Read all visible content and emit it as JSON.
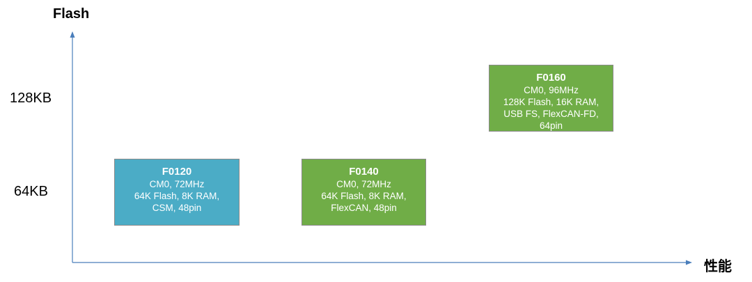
{
  "axes": {
    "y_title": "Flash",
    "x_title": "性能",
    "y_ticks": [
      "128KB",
      "64KB"
    ],
    "axis_color": "#4a7ebb"
  },
  "chips": [
    {
      "name": "F0120",
      "core": "CM0, 72MHz",
      "memory": "64K Flash, 8K RAM,",
      "features": "CSM, 48pin",
      "color": "#4bacc6"
    },
    {
      "name": "F0140",
      "core": "CM0, 72MHz",
      "memory": "64K Flash, 8K RAM,",
      "features": "FlexCAN, 48pin",
      "color": "#70ad47"
    },
    {
      "name": "F0160",
      "core": "CM0, 96MHz",
      "memory": "128K Flash, 16K RAM,",
      "features": "USB FS, FlexCAN-FD,",
      "pins": "64pin",
      "color": "#70ad47"
    }
  ]
}
